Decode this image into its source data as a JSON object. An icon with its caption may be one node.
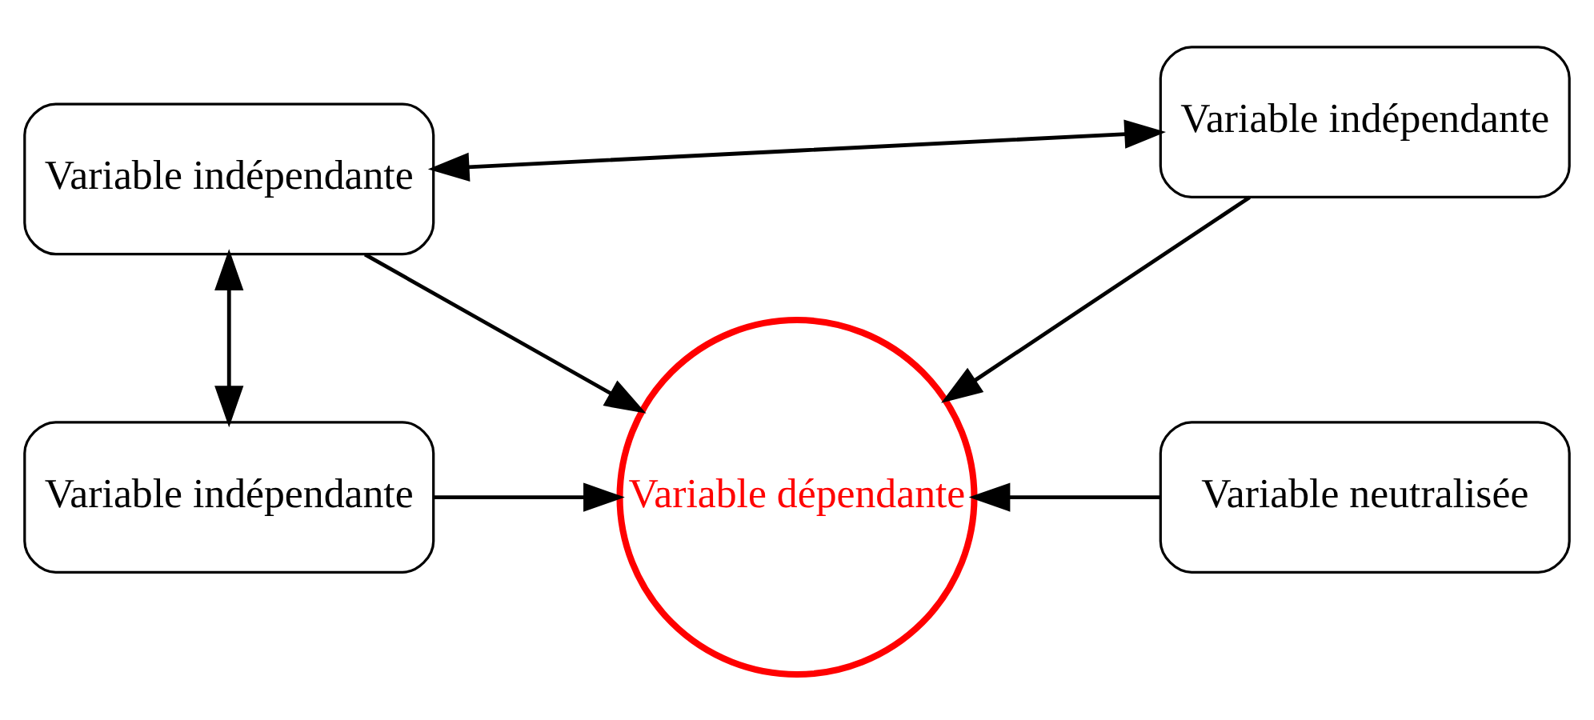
{
  "diagram": {
    "nodes": [
      {
        "text": [
          "Variable indépendante"
        ]
      },
      {
        "text": [
          "Variable indépendante"
        ]
      },
      {
        "text": [
          "Variable dépendante"
        ]
      },
      {
        "text": [
          "Variable neutralisée"
        ]
      },
      {
        "text": [
          "Variable indépendante"
        ]
      }
    ],
    "edges": [
      {
        "from": 0,
        "to": 1,
        "arrow": "both"
      },
      {
        "from": 0,
        "to": 2,
        "arrow": "to"
      },
      {
        "from": 1,
        "to": 2,
        "arrow": "to"
      },
      {
        "from": 0,
        "to": 4,
        "arrow": "both"
      },
      {
        "from": 4,
        "to": 2,
        "arrow": "to"
      },
      {
        "from": 3,
        "to": 2,
        "arrow": "to"
      }
    ]
  }
}
